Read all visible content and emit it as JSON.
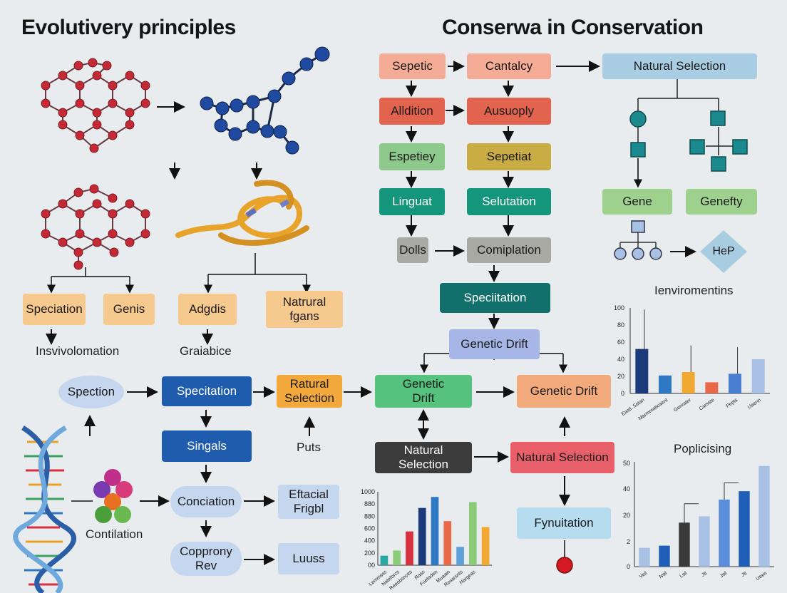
{
  "titles": {
    "left": "Evolutivery principles",
    "right": "Conserwa in Conservation"
  },
  "left": {
    "boxes": [
      "Speciation",
      "Genis",
      "Adgdis",
      "Natrural\nfgans"
    ],
    "labels": [
      "Insvivolomation",
      "Graiabice"
    ]
  },
  "flow": {
    "row1": [
      "Sepetic",
      "Cantalcy",
      "Natural Selection"
    ],
    "row2": [
      "Alldition",
      "Ausuoply"
    ],
    "row3": [
      "Espetiey",
      "Sepetiat"
    ],
    "row4": [
      "Linguat",
      "Selutation"
    ],
    "row5": [
      "Dolls",
      "Comiplation"
    ],
    "speciation": "Speciitation",
    "genetic_drift_top": "Genetic Drift",
    "genes": [
      "Gene",
      "Genefty"
    ],
    "hep": "HeP"
  },
  "bottom": {
    "spection": "Spection",
    "speciation": "Specitation",
    "ratural": "Ratural\nSelection",
    "genetic_drift_left": "Genetic\nDrift",
    "genetic_drift_right": "Genetic Drift",
    "singals": "Singals",
    "puts": "Puts",
    "natural_selection_dark": "Natural\nSelection",
    "natural_selection_red": "Natural Selection",
    "conciation": "Conciation",
    "eftacial": "Eftacial\nFrigbl",
    "copprony": "Copprony\nRev",
    "luss": "Luuss",
    "fynuitation": "Fynuitation",
    "contilation": "Contilation"
  },
  "chart_top": {
    "type": "bar",
    "title": "Ienviromentins",
    "categories": [
      "Eastl. Sstan",
      "Marmmaticaent",
      "Genrater",
      "Carsste",
      "Pepts",
      "Uaenn"
    ],
    "values": [
      52,
      21,
      25,
      13,
      23,
      40
    ],
    "error_top": [
      98,
      null,
      56,
      null,
      54,
      null
    ],
    "colors": [
      "#1a3a7a",
      "#2e78c4",
      "#f0a830",
      "#e86848",
      "#4a7ed0",
      "#a8c0e4"
    ],
    "ylim": [
      0,
      100
    ],
    "yticks": [
      0,
      20,
      40,
      60,
      80,
      100
    ]
  },
  "chart_mid": {
    "type": "bar",
    "categories": [
      "Lemmsss",
      "Nateforcs",
      "Reeobsnces",
      "Rass",
      "Fuetaden",
      "Muaain",
      "Rosarsnts",
      "Nargeas"
    ],
    "values": [
      130,
      200,
      460,
      780,
      930,
      600,
      250,
      860,
      520
    ],
    "yticks_labels": [
      "00",
      "200",
      "400",
      "600",
      "880",
      "880",
      "1000"
    ],
    "colors": [
      "#2aa8a0",
      "#8ccc78",
      "#d83040",
      "#1a3a7a",
      "#2e78c4",
      "#e86848",
      "#5ea0d8",
      "#8ccc78",
      "#f0a830"
    ]
  },
  "chart_bottom": {
    "type": "bar",
    "title": "Poplicising",
    "categories": [
      "Veil",
      "Nsil",
      "Lsil",
      "Jtt",
      "Jsil",
      "Jtt",
      "Ueen"
    ],
    "values": [
      9,
      10,
      21,
      24,
      32,
      36,
      48
    ],
    "error_top": [
      null,
      null,
      30,
      null,
      40,
      null,
      null
    ],
    "colors": [
      "#a8c0e4",
      "#1f5fb8",
      "#3a3a3a",
      "#a8c0e4",
      "#5a8ed8",
      "#1f5fb8",
      "#a8c0e4"
    ],
    "yticks_labels": [
      "0",
      "2",
      "20",
      "40",
      "50"
    ]
  }
}
